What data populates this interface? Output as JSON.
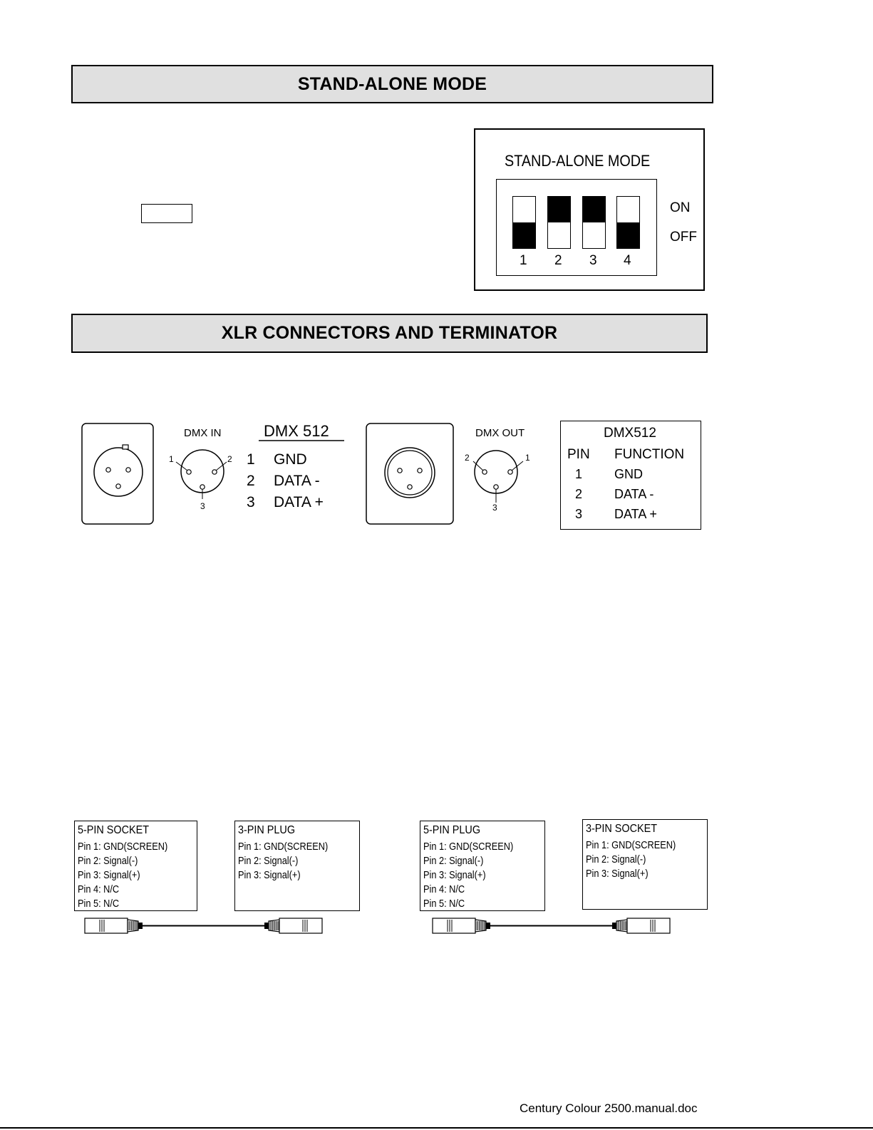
{
  "sections": {
    "standalone_title": "STAND-ALONE MODE",
    "xlr_title": "XLR CONNECTORS AND TERMINATOR"
  },
  "dip_panel": {
    "title": "STAND-ALONE MODE",
    "on_label": "ON",
    "off_label": "OFF",
    "switches": [
      {
        "number": "1",
        "state": "OFF"
      },
      {
        "number": "2",
        "state": "ON"
      },
      {
        "number": "3",
        "state": "ON"
      },
      {
        "number": "4",
        "state": "OFF"
      }
    ]
  },
  "dmx_in": {
    "label": "DMX IN",
    "pin_labels": [
      "1",
      "2",
      "3"
    ],
    "table_title": "DMX 512",
    "rows": [
      {
        "pin": "1",
        "function": "GND"
      },
      {
        "pin": "2",
        "function": "DATA -"
      },
      {
        "pin": "3",
        "function": "DATA +"
      }
    ]
  },
  "dmx_out": {
    "label": "DMX OUT",
    "pin_labels": [
      "2",
      "1",
      "3"
    ]
  },
  "dmx_table": {
    "title": "DMX512",
    "col_pin": "PIN",
    "col_function": "FUNCTION",
    "rows": [
      {
        "pin": "1",
        "function": "GND"
      },
      {
        "pin": "2",
        "function": "DATA -"
      },
      {
        "pin": "3",
        "function": "DATA +"
      }
    ]
  },
  "adapters": [
    {
      "left": {
        "title": "5-PIN SOCKET",
        "pins": [
          "Pin 1: GND(SCREEN)",
          "Pin 2: Signal(-)",
          "Pin 3: Signal(+)",
          "Pin 4: N/C",
          "Pin 5: N/C"
        ]
      },
      "right": {
        "title": "3-PIN PLUG",
        "pins": [
          "Pin 1: GND(SCREEN)",
          "Pin 2: Signal(-)",
          "Pin 3: Signal(+)"
        ]
      }
    },
    {
      "left": {
        "title": "5-PIN PLUG",
        "pins": [
          "Pin 1: GND(SCREEN)",
          "Pin 2: Signal(-)",
          "Pin 3: Signal(+)",
          "Pin 4: N/C",
          "Pin 5: N/C"
        ]
      },
      "right": {
        "title": "3-PIN SOCKET",
        "pins": [
          "Pin 1: GND(SCREEN)",
          "Pin 2: Signal(-)",
          "Pin 3: Signal(+)"
        ]
      }
    }
  ],
  "footer": {
    "filename": "Century Colour 2500.manual.doc"
  }
}
